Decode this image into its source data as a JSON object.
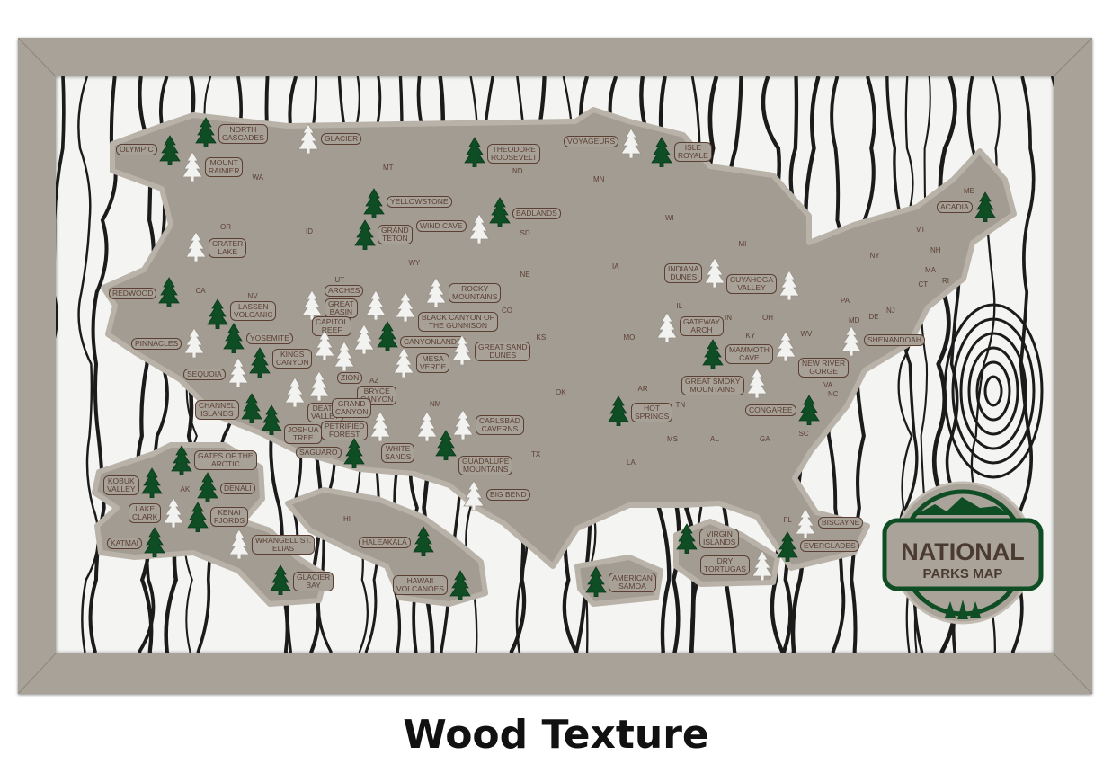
{
  "caption": "Wood Texture",
  "logo": {
    "line1": "NATIONAL",
    "line2": "PARKS MAP"
  },
  "colors": {
    "frame": "#a9a299",
    "map": "#a39c92",
    "visited": "#0f4d24",
    "unvisited": "#f2f2f0",
    "ink": "#5b3f33"
  },
  "parks": [
    {
      "name": "Olympic",
      "visited": true
    },
    {
      "name": "North Cascades",
      "visited": true
    },
    {
      "name": "Mount Rainier",
      "visited": false
    },
    {
      "name": "Glacier",
      "visited": false
    },
    {
      "name": "Theodore Roosevelt",
      "visited": true
    },
    {
      "name": "Yellowstone",
      "visited": true
    },
    {
      "name": "Grand Teton",
      "visited": true
    },
    {
      "name": "Wind Cave",
      "visited": false
    },
    {
      "name": "Badlands",
      "visited": true
    },
    {
      "name": "Crater Lake",
      "visited": false
    },
    {
      "name": "Redwood",
      "visited": true
    },
    {
      "name": "Lassen Volcanic",
      "visited": true
    },
    {
      "name": "Pinnacles",
      "visited": false
    },
    {
      "name": "Yosemite",
      "visited": true
    },
    {
      "name": "Sequoia",
      "visited": false
    },
    {
      "name": "Kings Canyon",
      "visited": true
    },
    {
      "name": "Death Valley",
      "visited": false
    },
    {
      "name": "Channel Islands",
      "visited": true
    },
    {
      "name": "Joshua Tree",
      "visited": true
    },
    {
      "name": "Great Basin",
      "visited": false
    },
    {
      "name": "Arches",
      "visited": false
    },
    {
      "name": "Capitol Reef",
      "visited": false
    },
    {
      "name": "Zion",
      "visited": false
    },
    {
      "name": "Bryce Canyon",
      "visited": false
    },
    {
      "name": "Grand Canyon",
      "visited": false
    },
    {
      "name": "Canyonlands",
      "visited": true
    },
    {
      "name": "Black Canyon of the Gunnison",
      "visited": false
    },
    {
      "name": "Rocky Mountains",
      "visited": false
    },
    {
      "name": "Mesa Verde",
      "visited": false
    },
    {
      "name": "Great Sand Dunes",
      "visited": false
    },
    {
      "name": "Petrified Forest",
      "visited": false
    },
    {
      "name": "Saguaro",
      "visited": true
    },
    {
      "name": "White Sands",
      "visited": false
    },
    {
      "name": "Carlsbad Caverns",
      "visited": false
    },
    {
      "name": "Guadalupe Mountains",
      "visited": true
    },
    {
      "name": "Big Bend",
      "visited": false
    },
    {
      "name": "Voyageurs",
      "visited": false
    },
    {
      "name": "Isle Royale",
      "visited": true
    },
    {
      "name": "Indiana Dunes",
      "visited": false
    },
    {
      "name": "Cuyahoga Valley",
      "visited": false
    },
    {
      "name": "Gateway Arch",
      "visited": false
    },
    {
      "name": "Mammoth Cave",
      "visited": true
    },
    {
      "name": "New River Gorge",
      "visited": false
    },
    {
      "name": "Shenandoah",
      "visited": false
    },
    {
      "name": "Great Smoky Mountains",
      "visited": false
    },
    {
      "name": "Hot Springs",
      "visited": true
    },
    {
      "name": "Congaree",
      "visited": true
    },
    {
      "name": "Acadia",
      "visited": true
    },
    {
      "name": "Biscayne",
      "visited": false
    },
    {
      "name": "Everglades",
      "visited": true
    },
    {
      "name": "Virgin Islands",
      "visited": true
    },
    {
      "name": "Dry Tortugas",
      "visited": false
    },
    {
      "name": "American Samoa",
      "visited": true
    },
    {
      "name": "Gates of the Arctic",
      "visited": true
    },
    {
      "name": "Kobuk Valley",
      "visited": true
    },
    {
      "name": "Denali",
      "visited": true
    },
    {
      "name": "Lake Clark",
      "visited": false
    },
    {
      "name": "Kenai Fjords",
      "visited": true
    },
    {
      "name": "Katmai",
      "visited": true
    },
    {
      "name": "Wrangell St. Elias",
      "visited": false
    },
    {
      "name": "Glacier Bay",
      "visited": true
    },
    {
      "name": "Haleakala",
      "visited": true
    },
    {
      "name": "Hawaii Volcanoes",
      "visited": true
    }
  ],
  "states": [
    "WA",
    "MT",
    "ND",
    "OR",
    "ID",
    "WY",
    "SD",
    "MN",
    "WI",
    "MI",
    "IA",
    "NE",
    "IL",
    "IN",
    "OH",
    "NY",
    "PA",
    "VT",
    "NH",
    "MA",
    "CT",
    "RI",
    "ME",
    "NJ",
    "DE",
    "MD",
    "WV",
    "VA",
    "KY",
    "TN",
    "NC",
    "AR",
    "MO",
    "KS",
    "OK",
    "TX",
    "NM",
    "AZ",
    "UT",
    "NV",
    "CA",
    "CO",
    "LA",
    "MS",
    "AL",
    "GA",
    "SC",
    "FL",
    "AK",
    "HI"
  ]
}
